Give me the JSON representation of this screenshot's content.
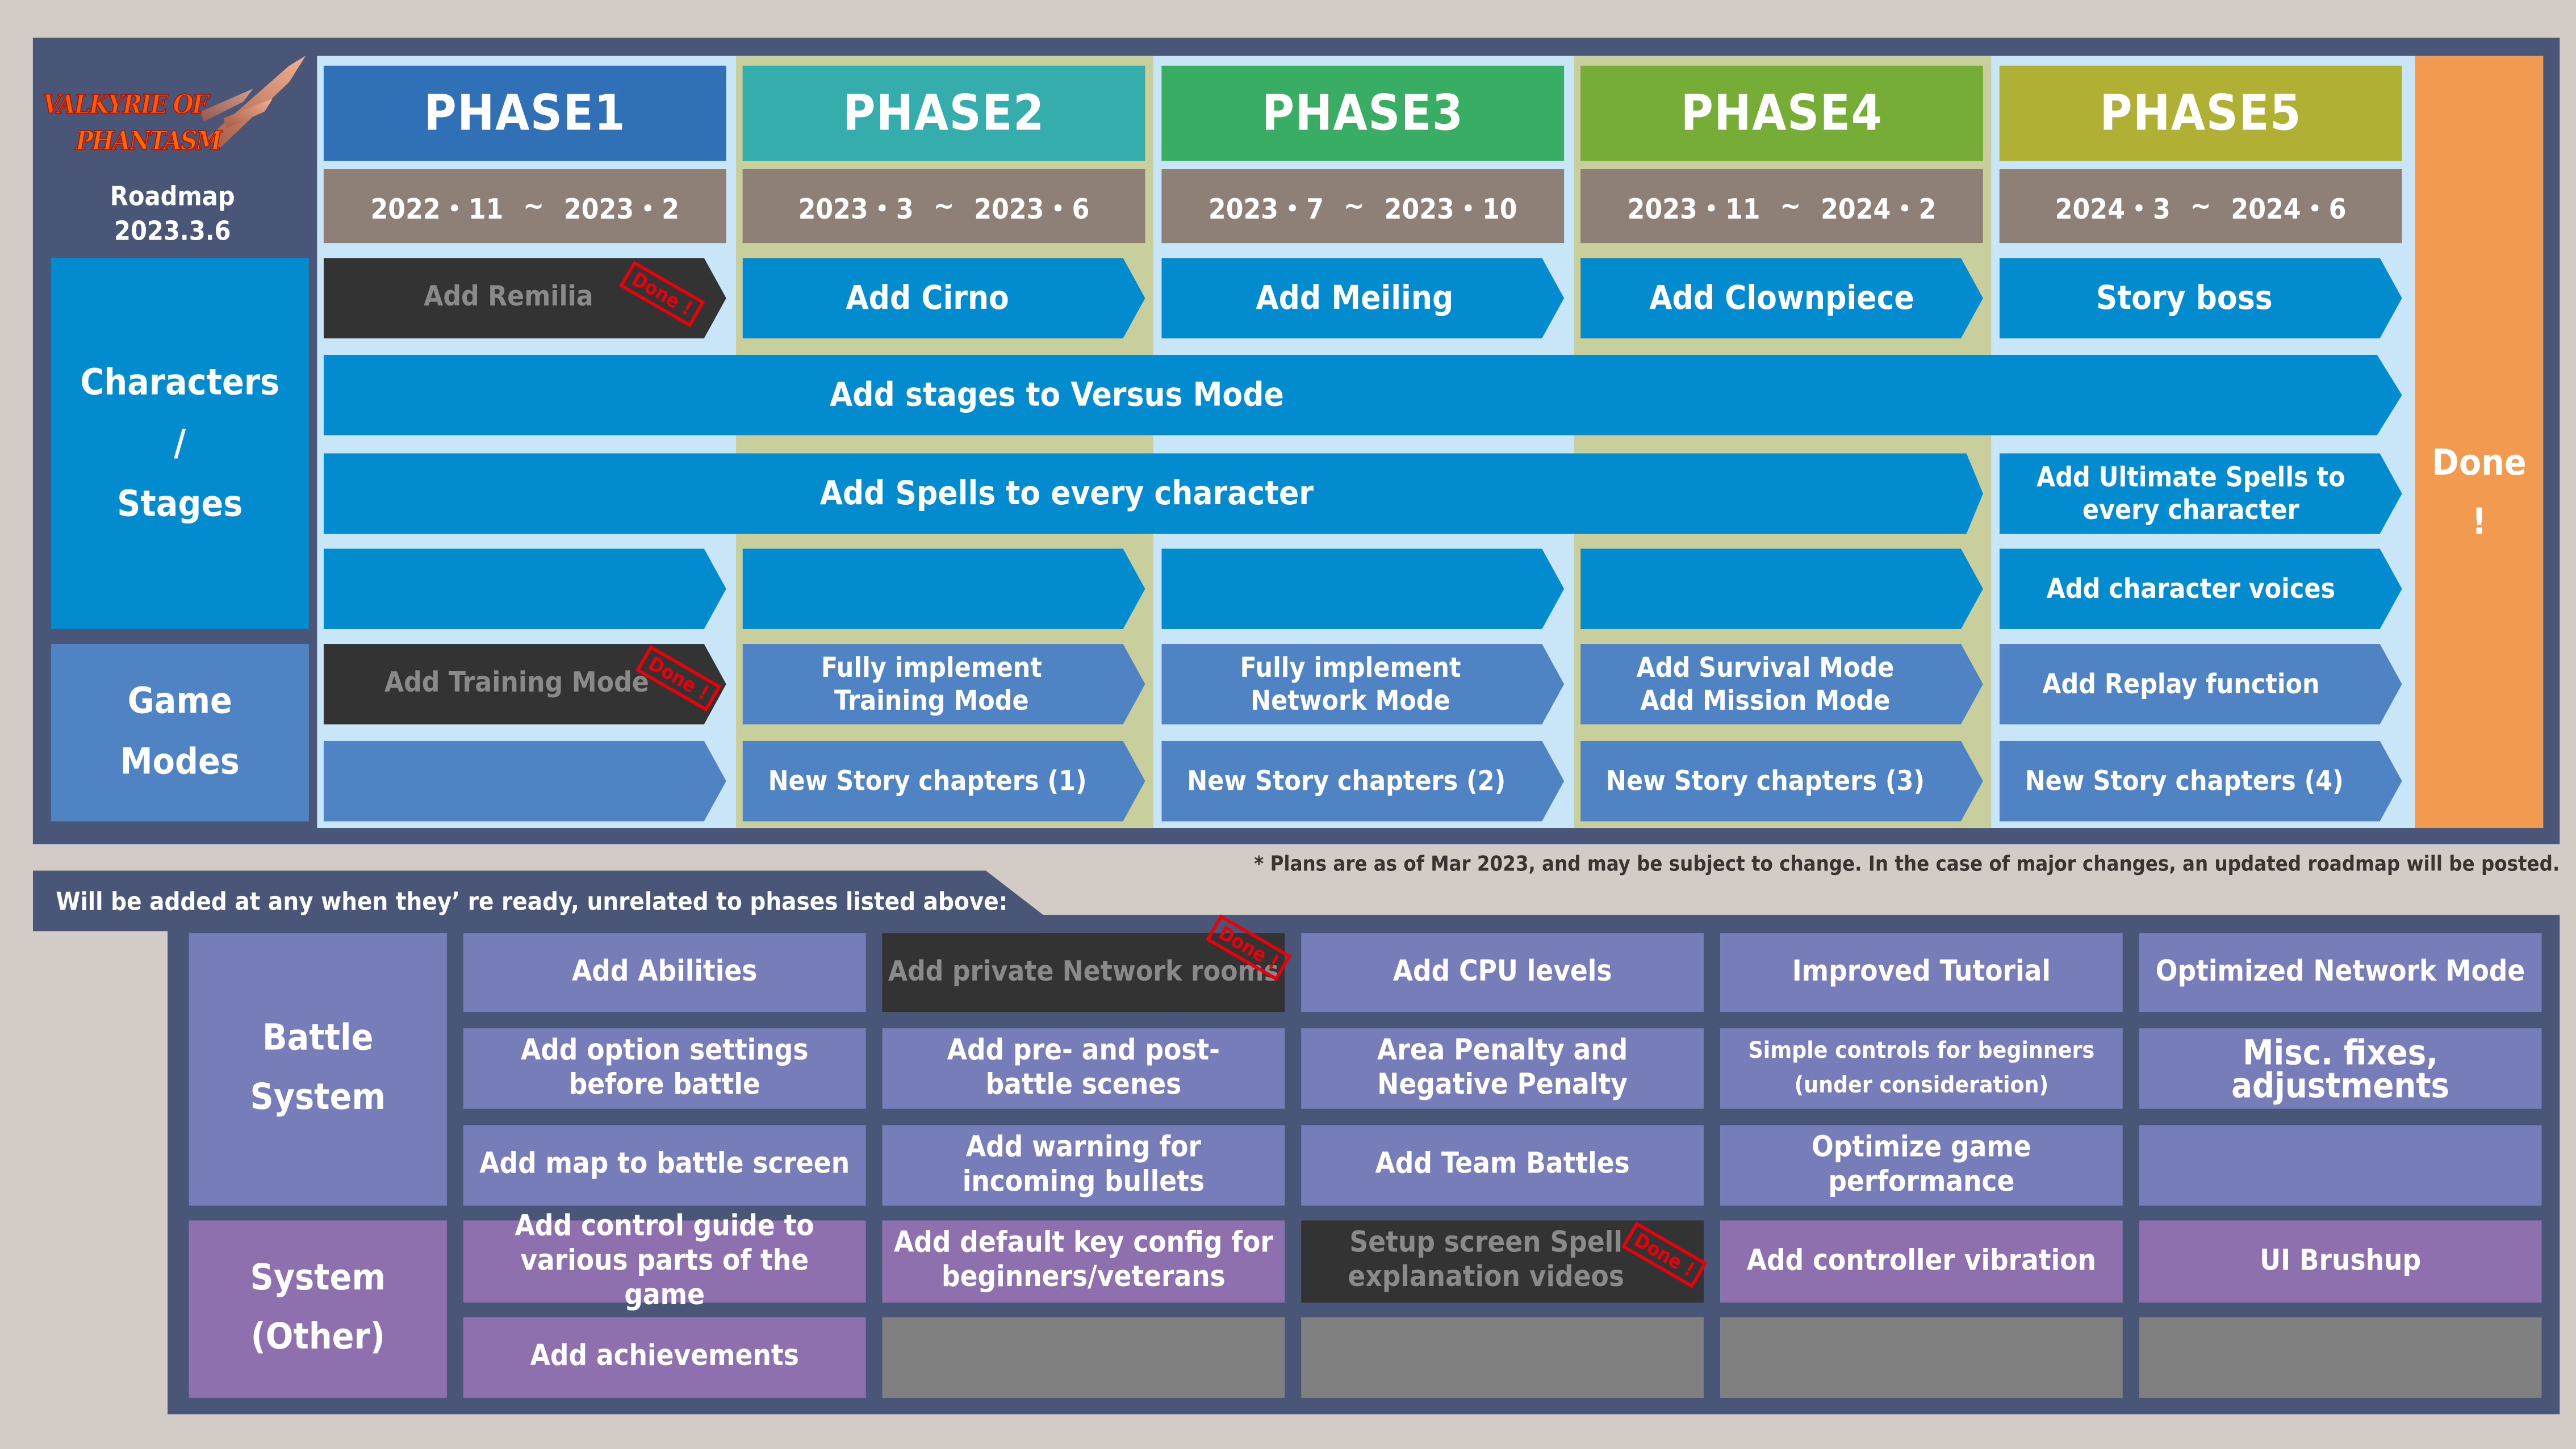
{
  "header": {
    "logo_line1": "VALKYRIE OF",
    "logo_line2": "PHANTASM",
    "roadmap_label": "Roadmap",
    "roadmap_date": "2023.3.6"
  },
  "colors": {
    "phase1": "#2f70b7",
    "phase2": "#34adac",
    "phase3": "#38ad63",
    "phase4": "#76ad37",
    "phase5": "#afb034",
    "done": "#f29a50",
    "frame": "#495677"
  },
  "phases": [
    {
      "name": "PHASE1",
      "start": "2022・11",
      "sep": "~",
      "end": "2023・2"
    },
    {
      "name": "PHASE2",
      "start": "2023・3",
      "sep": "~",
      "end": "2023・6"
    },
    {
      "name": "PHASE3",
      "start": "2023・7",
      "sep": "~",
      "end": "2023・10"
    },
    {
      "name": "PHASE4",
      "start": "2023・11",
      "sep": "~",
      "end": "2024・2"
    },
    {
      "name": "PHASE5",
      "start": "2024・3",
      "sep": "~",
      "end": "2024・6"
    }
  ],
  "sections": {
    "characters_stages": [
      "Characters",
      "/",
      "Stages"
    ],
    "game_modes": [
      "Game",
      "Modes"
    ]
  },
  "done_column": [
    "Done",
    "!"
  ],
  "done_stamp": "Done !",
  "characters_row1": [
    "Add Remilia",
    "Add Cirno",
    "Add Meiling",
    "Add Clownpiece",
    "Story boss"
  ],
  "characters_row1_done": [
    true,
    false,
    false,
    false,
    false
  ],
  "stages_versus": "Add stages to Versus Mode",
  "spells_every": "Add Spells to every character",
  "ultimate_spells": "Add Ultimate Spells to every character",
  "character_voices": "Add character voices",
  "game_modes_row1": [
    "Add Training Mode",
    "Fully implement Training Mode",
    "Fully implement Network Mode",
    "Add Survival Mode Add Mission Mode",
    "Add Replay function"
  ],
  "game_modes_row1_done": [
    true,
    false,
    false,
    false,
    false
  ],
  "game_modes_row2": [
    "",
    "New Story chapters (1)",
    "New Story chapters (2)",
    "New Story chapters (3)",
    "New Story chapters (4)"
  ],
  "footnote": "* Plans are as of Mar 2023, and may be subject to change. In the case of major changes, an updated roadmap will be posted.",
  "anytime": {
    "header": "Will be added at any when they’ re ready, unrelated to phases listed above:",
    "battle_label": [
      "Battle",
      "System"
    ],
    "system_label": [
      "System",
      "(Other)"
    ],
    "battle_rows": [
      [
        "Add Abilities",
        "Add private Network rooms",
        "Add CPU levels",
        "Improved Tutorial",
        "Optimized Network Mode"
      ],
      [
        "Add option settings before battle",
        "Add pre- and post-battle scenes",
        "Area Penalty and Negative Penalty",
        "Simple controls for beginners (under consideration)",
        "Misc. fixes, adjustments"
      ],
      [
        "Add map to battle screen",
        "Add warning for incoming bullets",
        "Add Team Battles",
        "Optimize game performance",
        ""
      ]
    ],
    "system_rows": [
      [
        "Add control guide to various parts of the game",
        "Add default key config for beginners/veterans",
        "Setup screen Spell explanation videos",
        "Add controller vibration",
        "UI Brushup"
      ],
      [
        "Add achievements",
        "",
        "",
        "",
        ""
      ]
    ],
    "done_items": [
      "Add private Network rooms",
      "Setup screen Spell explanation videos"
    ]
  }
}
